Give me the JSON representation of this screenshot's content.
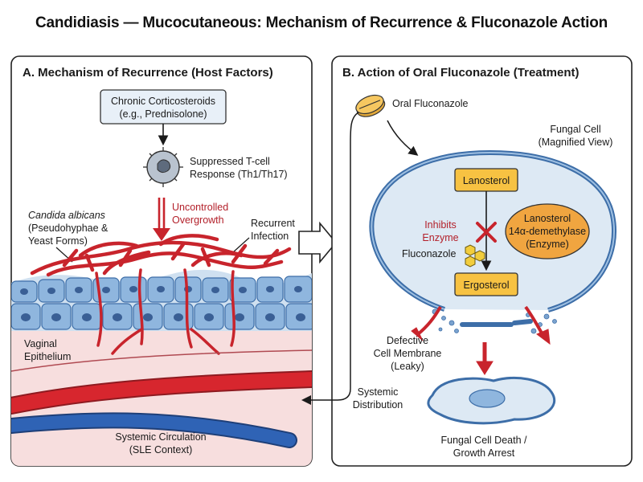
{
  "title": "Candidiasis — Mucocutaneous: Mechanism of Recurrence & Fluconazole Action",
  "panel_a": {
    "title": "A. Mechanism of Recurrence (Host Factors)",
    "steroid_line1": "Chronic Corticosteroids",
    "steroid_line2": "(e.g., Prednisolone)",
    "tcell_line1": "Suppressed T-cell",
    "tcell_line2": "Response (Th1/Th17)",
    "overgrowth_line1": "Uncontrolled",
    "overgrowth_line2": "Overgrowth",
    "candida_line1": "Candida albicans",
    "candida_line2": "(Pseudohyphae &",
    "candida_line3": "Yeast Forms)",
    "recurrent_line1": "Recurrent",
    "recurrent_line2": "Infection",
    "vaginal_line1": "Vaginal",
    "vaginal_line2": "Epithelium",
    "circ_line1": "Systemic Circulation",
    "circ_line2": "(SLE Context)"
  },
  "panel_b": {
    "title": "B. Action of Oral Fluconazole (Treatment)",
    "pill_label": "Oral Fluconazole",
    "cell_line1": "Fungal Cell",
    "cell_line2": "(Magnified View)",
    "lanosterol": "Lanosterol",
    "ergosterol": "Ergosterol",
    "enzyme_line1": "Lanosterol",
    "enzyme_line2": "14α-demethylase",
    "enzyme_line3": "(Enzyme)",
    "inhibits_line1": "Inhibits",
    "inhibits_line2": "Enzyme",
    "fluconazole": "Fluconazole",
    "defective_line1": "Defective",
    "defective_line2": "Cell Membrane",
    "defective_line3": "(Leaky)",
    "systemic_line1": "Systemic",
    "systemic_line2": "Distribution",
    "death_line1": "Fungal Cell Death /",
    "death_line2": "Growth Arrest"
  },
  "colors": {
    "hyphae_red": "#c8242c",
    "annotation_red": "#b3202a",
    "artery_red": "#d7262e",
    "vein_blue": "#2f63b5",
    "cell_blue": "#6f9fd1",
    "panel_fill": "#ffffff",
    "membrane_fill": "#dde9f4",
    "enzyme_orange": "#f0a540",
    "box_yellow": "#f7c242"
  }
}
